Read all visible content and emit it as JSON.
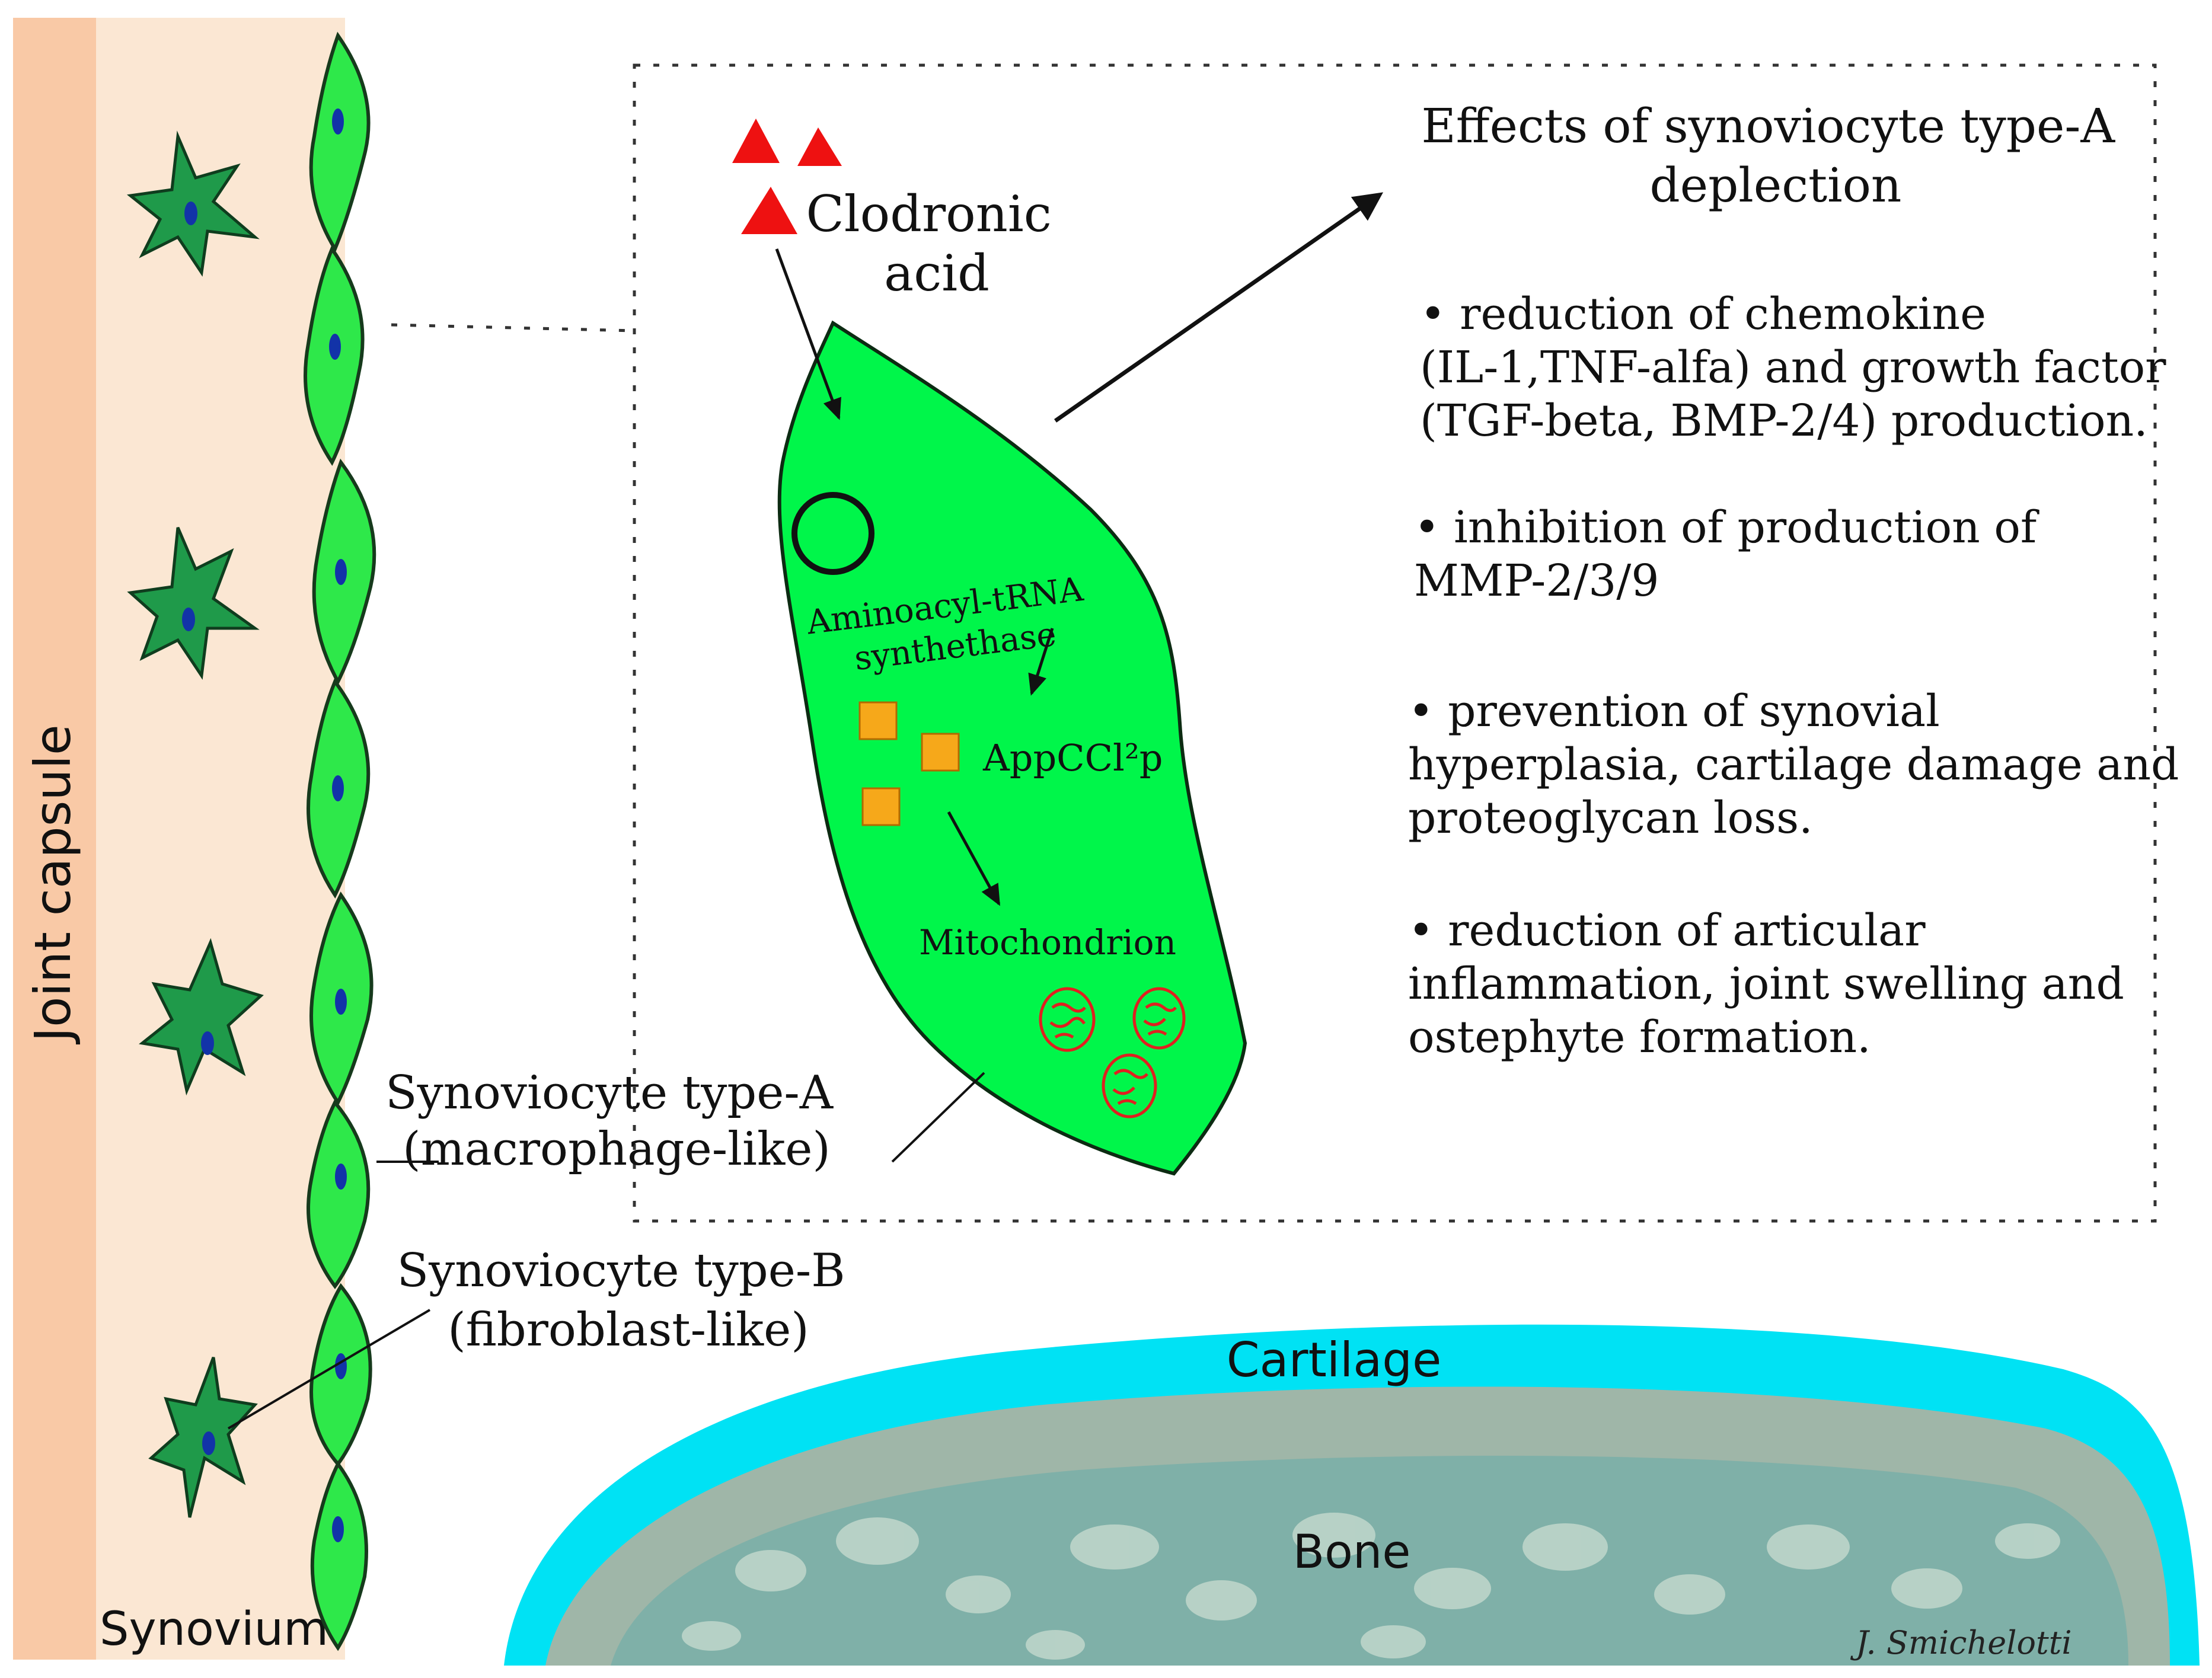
{
  "colors": {
    "capsule": "#f9c9a6",
    "synovium_bg": "#fbe7d3",
    "type_a_cell": "#2ee84a",
    "type_b_cell": "#1f9a4a",
    "nucleus": "#1233a8",
    "big_cell": "#00f64a",
    "clodronic": "#ee1111",
    "appccl2p": "#f6a81a",
    "mitochondria": "#e02020",
    "cartilage": "#00e2f4",
    "bone_outer": "#9fb6a8",
    "bone_inner": "#7fb0a8"
  },
  "labels": {
    "joint_capsule": "Joint capsule",
    "synovium": "Synovium",
    "clodronic_line1": "Clodronic",
    "clodronic_line2": "acid",
    "enzyme_line1": "Aminoacyl-tRNA",
    "enzyme_line2": "synthethase",
    "metabolite": "AppCCl²p",
    "mitochondrion": "Mitochondrion",
    "type_a_line1": "Synoviocyte type-A",
    "type_a_line2": "(macrophage-like)",
    "type_b_line1": "Synoviocyte type-B",
    "type_b_line2": "(fibroblast-like)",
    "cartilage": "Cartilage",
    "bone": "Bone",
    "signature": "J. Smichelotti"
  },
  "effects": {
    "title_line1": "Effects of synoviocyte type-A",
    "title_line2": "deplection",
    "items": [
      [
        "• reduction of chemokine",
        "(IL-1,TNF-alfa) and growth factor",
        "(TGF-beta, BMP-2/4) production."
      ],
      [
        "• inhibition of production of",
        "MMP-2/3/9"
      ],
      [
        "• prevention of synovial",
        "hyperplasia, cartilage damage and",
        "proteoglycan loss."
      ],
      [
        "• reduction of articular",
        "inflammation, joint swelling and",
        "ostephyte formation."
      ]
    ]
  }
}
